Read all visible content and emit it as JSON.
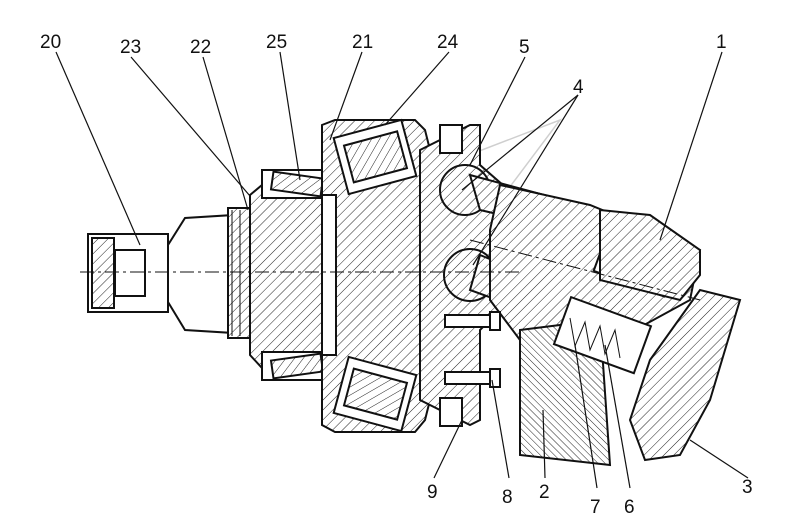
{
  "callouts": [
    "20",
    "23",
    "22",
    "25",
    "21",
    "24",
    "5",
    "4",
    "1",
    "9",
    "8",
    "2",
    "7",
    "6",
    "3"
  ]
}
